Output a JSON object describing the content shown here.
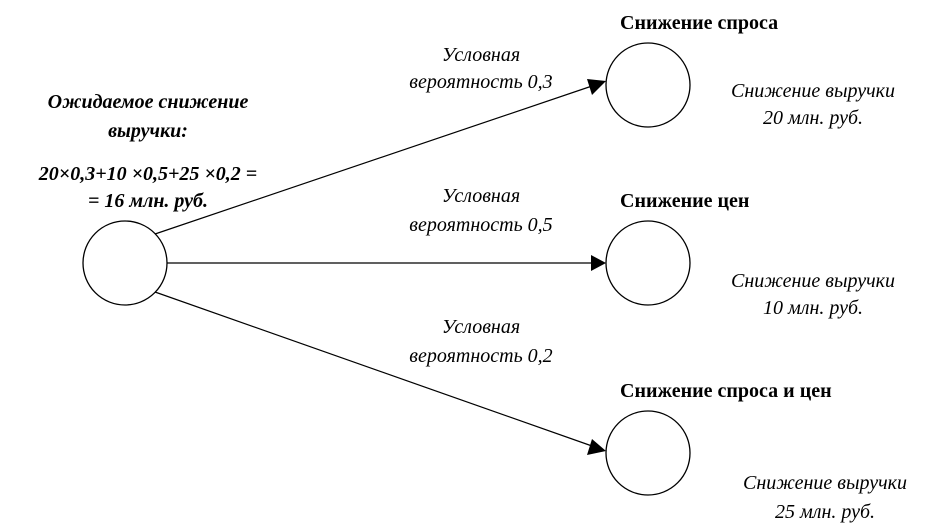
{
  "root": {
    "title_line1": "Ожидаемое снижение",
    "title_line2": "выручки:",
    "formula_line1": "20×0,3+10 ×0,5+25 ×0,2 =",
    "formula_line2": "= 16 млн. руб."
  },
  "branches": [
    {
      "prob_line1": "Условная",
      "prob_line2": "вероятность 0,3",
      "outcome_title": "Снижение спроса",
      "result_line1": "Снижение выручки",
      "result_line2": "20 млн. руб."
    },
    {
      "prob_line1": "Условная",
      "prob_line2": "вероятность 0,5",
      "outcome_title": "Снижение цен",
      "result_line1": "Снижение выручки",
      "result_line2": "10 млн. руб."
    },
    {
      "prob_line1": "Условная",
      "prob_line2": "вероятность 0,2",
      "outcome_title": "Снижение спроса и цен",
      "result_line1": "Снижение выручки",
      "result_line2": "25 млн. руб."
    }
  ]
}
